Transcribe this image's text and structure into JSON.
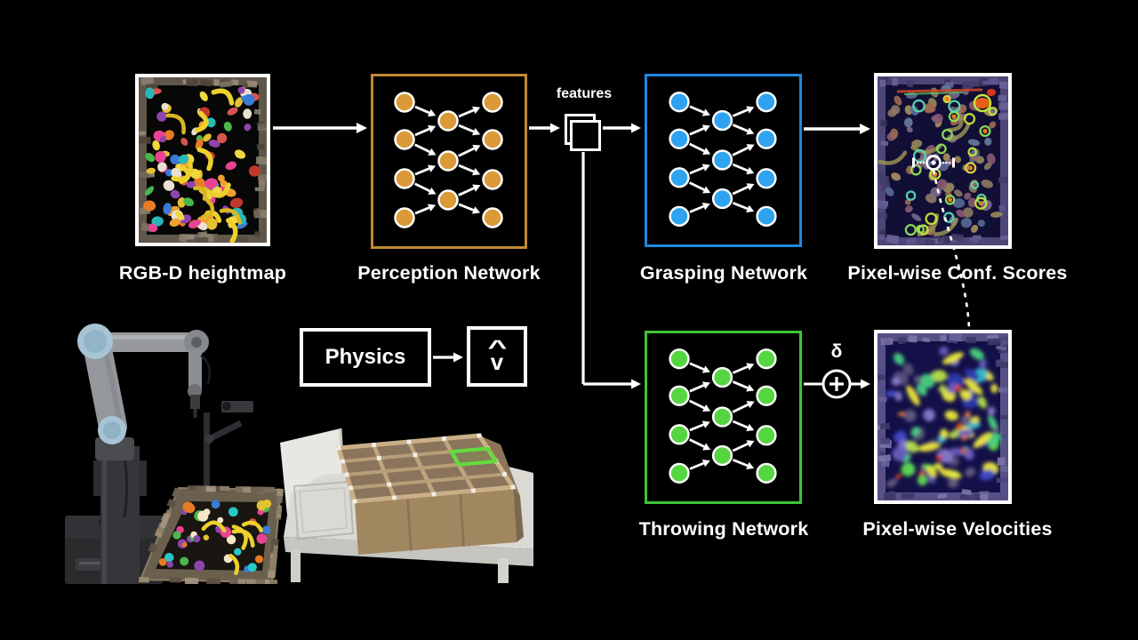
{
  "labels": {
    "heightmap": "RGB-D heightmap",
    "perception": "Perception Network",
    "features": "features",
    "grasping": "Grasping Network",
    "conf_scores": "Pixel-wise Conf. Scores",
    "throwing": "Throwing Network",
    "velocities": "Pixel-wise Velocities",
    "physics": "Physics",
    "velocity_hat": "^",
    "velocity_v": "v",
    "delta": "δ"
  },
  "colors": {
    "background": "#000000",
    "white": "#ffffff",
    "perception_node": "#DC9938",
    "perception_border": "#C08A30",
    "grasping_node": "#2FA3F0",
    "grasping_border": "#1E88E0",
    "throwing_node": "#55D640",
    "throwing_border": "#3EC437",
    "highlight_green": "#62DC3C"
  },
  "network": {
    "column_sizes": [
      4,
      3,
      4
    ],
    "edges": [
      [
        0,
        0,
        0
      ],
      [
        0,
        1,
        0
      ],
      [
        0,
        1,
        1
      ],
      [
        0,
        2,
        1
      ],
      [
        0,
        2,
        2
      ],
      [
        0,
        3,
        2
      ],
      [
        1,
        0,
        0
      ],
      [
        1,
        0,
        1
      ],
      [
        1,
        1,
        1
      ],
      [
        1,
        1,
        2
      ],
      [
        1,
        2,
        2
      ],
      [
        1,
        2,
        3
      ]
    ]
  }
}
